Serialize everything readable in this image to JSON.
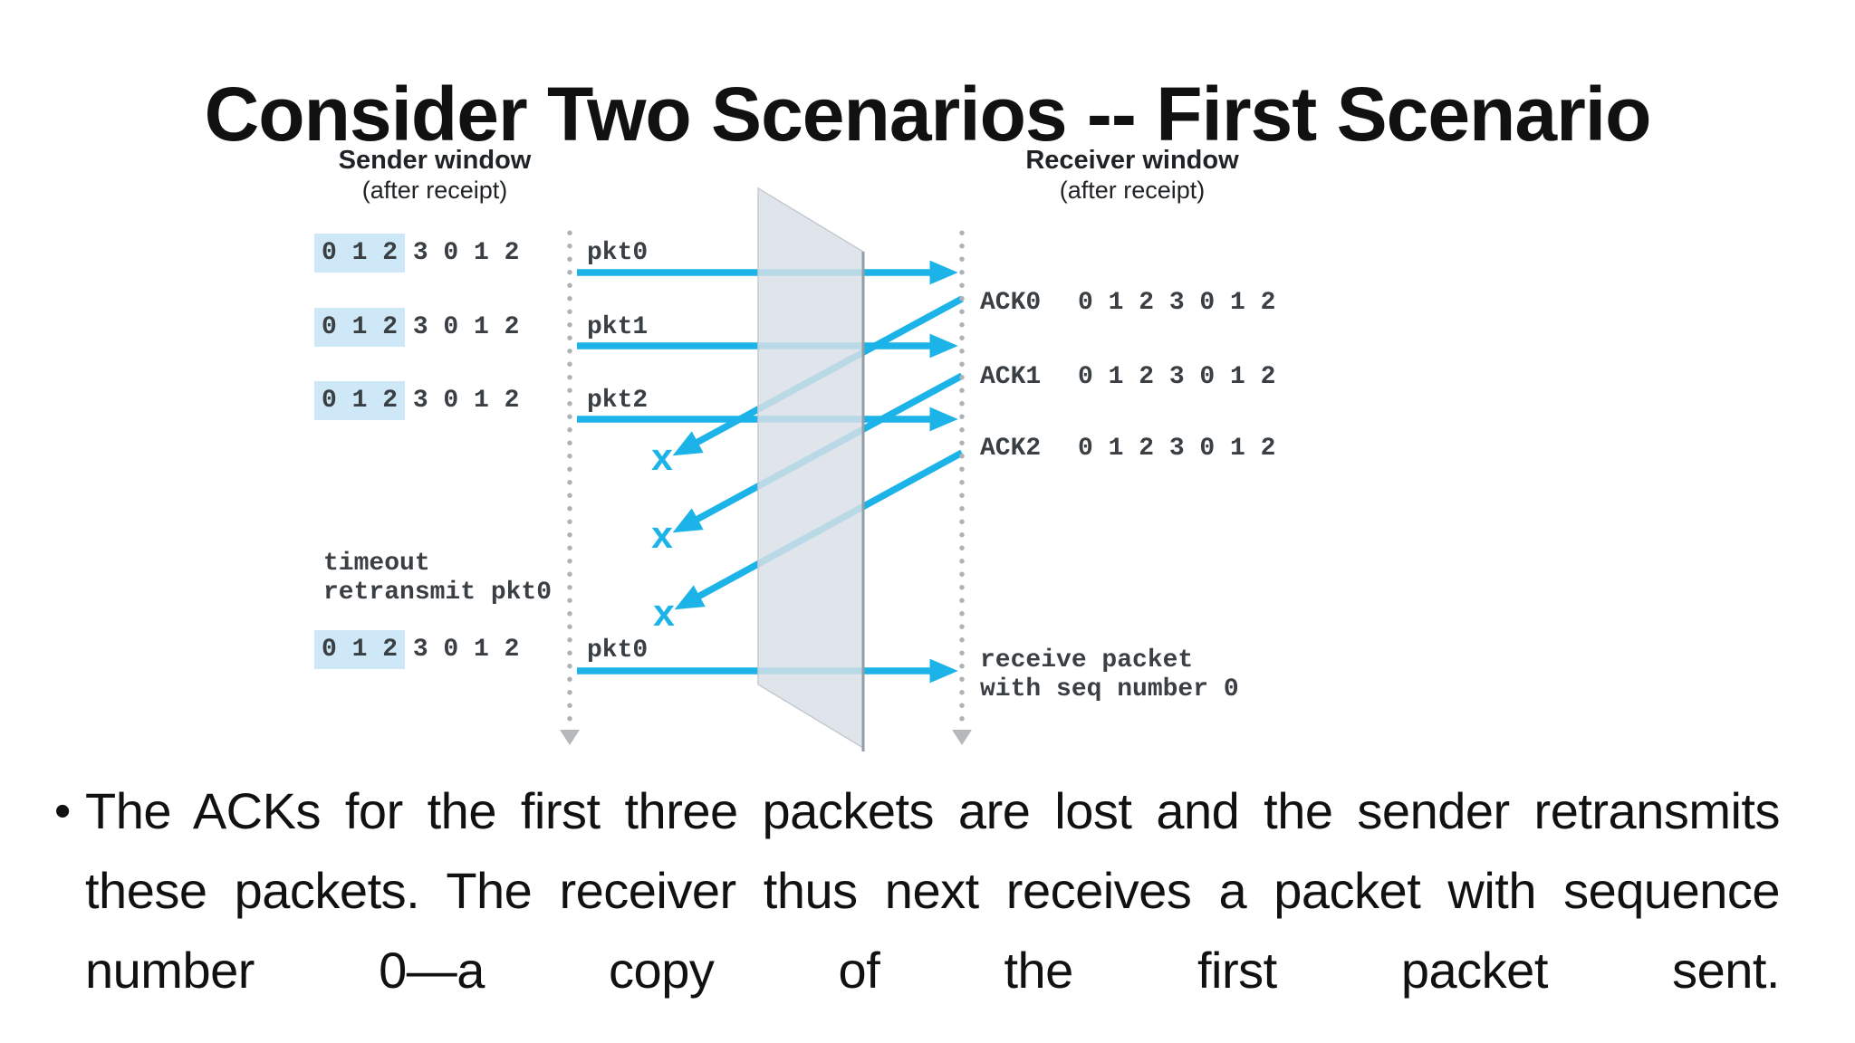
{
  "title": "Consider Two Scenarios -- First Scenario",
  "diagram": {
    "sender_header": {
      "title": "Sender window",
      "subtitle": "(after receipt)"
    },
    "receiver_header": {
      "title": "Receiver window",
      "subtitle": "(after receipt)"
    },
    "sender_rows": [
      {
        "hl": "0 1 2",
        "rest": " 3 0 1 2"
      },
      {
        "hl": "0 1 2",
        "rest": " 3 0 1 2"
      },
      {
        "hl": "0 1 2",
        "rest": " 3 0 1 2"
      },
      {
        "hl": "0 1 2",
        "rest": " 3 0 1 2"
      }
    ],
    "ack_rows": [
      {
        "label": "ACK0",
        "pre": "0 ",
        "hl": "1 2 3",
        "post": " 0 1 2"
      },
      {
        "label": "ACK1",
        "pre": "0 1 ",
        "hl": "2 3 0",
        "post": " 1 2"
      },
      {
        "label": "ACK2",
        "pre": "0 1 2 ",
        "hl": "3 0 1",
        "post": " 2"
      }
    ],
    "pkt_labels": [
      "pkt0",
      "pkt1",
      "pkt2",
      "pkt0"
    ],
    "timeout_note": {
      "line1": "timeout",
      "line2": "retransmit pkt0"
    },
    "receive_note": {
      "line1": "receive packet",
      "line2": "with seq number 0"
    },
    "loss_marks": [
      "x",
      "x",
      "x"
    ]
  },
  "bullet": {
    "marker": "•",
    "text": "The ACKs for the first three packets are lost and the sender retransmits these packets. The receiver thus next receives a packet with sequence number 0—a copy of the first packet sent."
  },
  "colors": {
    "cyan": "#1cb3e8",
    "hl": "#cfe8f7",
    "panel": "#d9e0e6",
    "panel-edge": "#939da5",
    "dots": "#aeb2b4"
  }
}
